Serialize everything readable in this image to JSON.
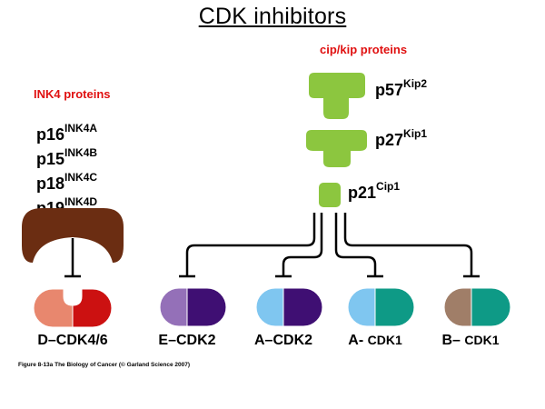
{
  "title": "CDK inhibitors",
  "cip_kip_label": "cip/kip proteins",
  "ink4_label": "INK4 proteins",
  "ink4_members": [
    {
      "base": "p16",
      "sup": "INK4A"
    },
    {
      "base": "p15",
      "sup": "INK4B"
    },
    {
      "base": "p18",
      "sup": "INK4C"
    },
    {
      "base": "p19",
      "sup": "INK4D"
    }
  ],
  "cip_kip_members": [
    {
      "base": "p57",
      "sup": "Kip2"
    },
    {
      "base": "p27",
      "sup": "Kip1"
    },
    {
      "base": "p21",
      "sup": "Cip1"
    }
  ],
  "complexes": [
    {
      "cyclin": "D",
      "sep": "–",
      "kinase": "CDK4/6",
      "cyclin_color": "#e8876e",
      "kinase_color": "#cc1111"
    },
    {
      "cyclin": "E",
      "sep": "–",
      "kinase": "CDK2",
      "cyclin_color": "#9470b8",
      "kinase_color": "#3f0f73"
    },
    {
      "cyclin": "A",
      "sep": "–",
      "kinase": "CDK2",
      "cyclin_color": "#7fc6f0",
      "kinase_color": "#3f0f73"
    },
    {
      "cyclin": "A",
      "sep": "- ",
      "kinase": "CDK1",
      "cyclin_color": "#7fc6f0",
      "kinase_color": "#0e9a86"
    },
    {
      "cyclin": "B",
      "sep": "– ",
      "kinase": "CDK1",
      "cyclin_color": "#a07e68",
      "kinase_color": "#0e9a86"
    }
  ],
  "colors": {
    "ink4_inhibitor": "#6b2d12",
    "cip_kip_inhibitor": "#8cc63f",
    "label_red": "#e01010"
  },
  "caption": "Figure 8-13a  The Biology of Cancer (© Garland Science 2007)"
}
